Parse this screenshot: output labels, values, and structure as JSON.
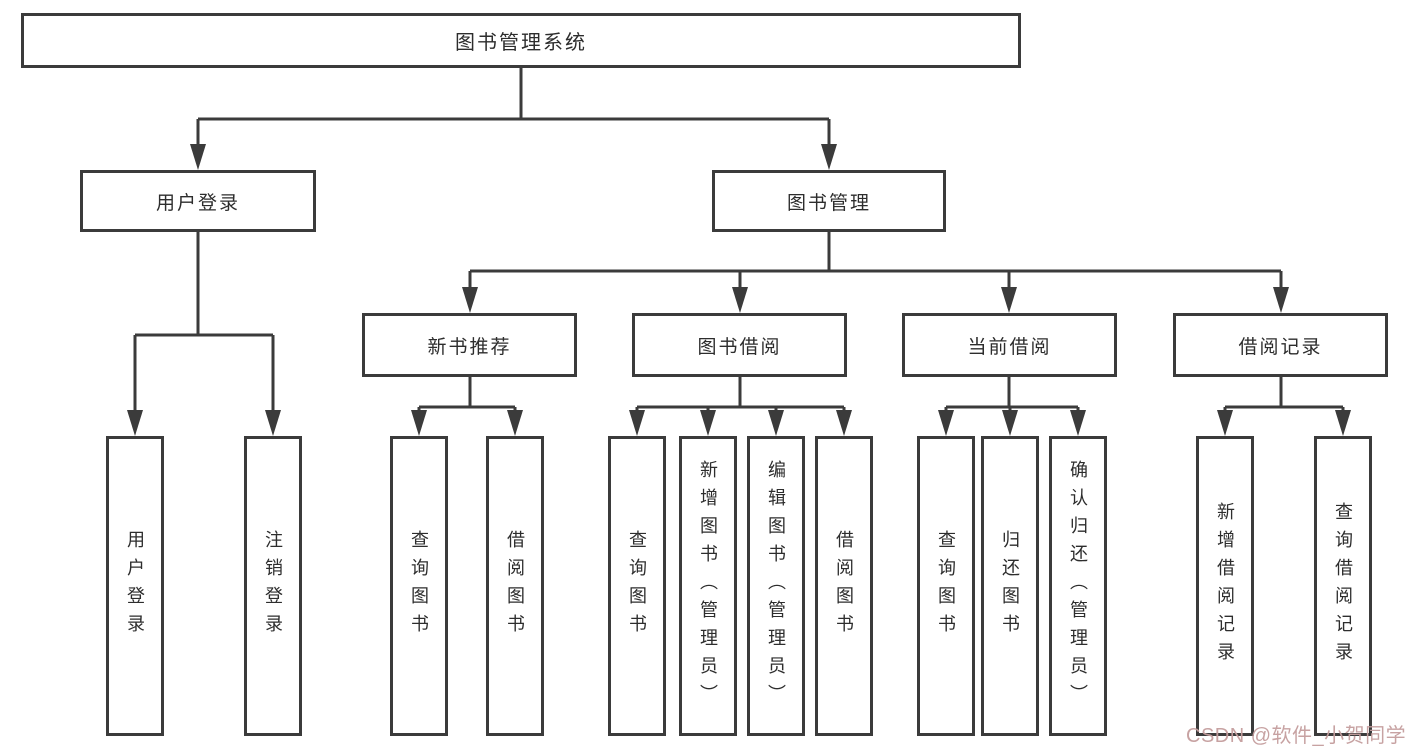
{
  "diagram": {
    "root": {
      "label": "图书管理系统"
    },
    "level2": [
      {
        "label": "用户登录"
      },
      {
        "label": "图书管理"
      }
    ],
    "level3": [
      {
        "label": "新书推荐"
      },
      {
        "label": "图书借阅"
      },
      {
        "label": "当前借阅"
      },
      {
        "label": "借阅记录"
      }
    ],
    "leaf_groups": [
      {
        "parent": "用户登录",
        "items": [
          "用户登录",
          "注销登录"
        ]
      },
      {
        "parent": "新书推荐",
        "items": [
          "查询图书",
          "借阅图书"
        ]
      },
      {
        "parent": "图书借阅",
        "items": [
          "查询图书",
          "新增图书（管理员）",
          "编辑图书（管理员）",
          "借阅图书"
        ]
      },
      {
        "parent": "当前借阅",
        "items": [
          "查询图书",
          "归还图书",
          "确认归还（管理员）"
        ]
      },
      {
        "parent": "借阅记录",
        "items": [
          "新增借阅记录",
          "查询借阅记录"
        ]
      }
    ]
  },
  "watermark": {
    "text": "CSDN @软件_小贺同学"
  },
  "colors": {
    "line": "#3b3b3b",
    "box_border": "#3b3b3b",
    "text": "#2d2d2d",
    "watermark": "#c59e9e",
    "background": "#ffffff"
  }
}
